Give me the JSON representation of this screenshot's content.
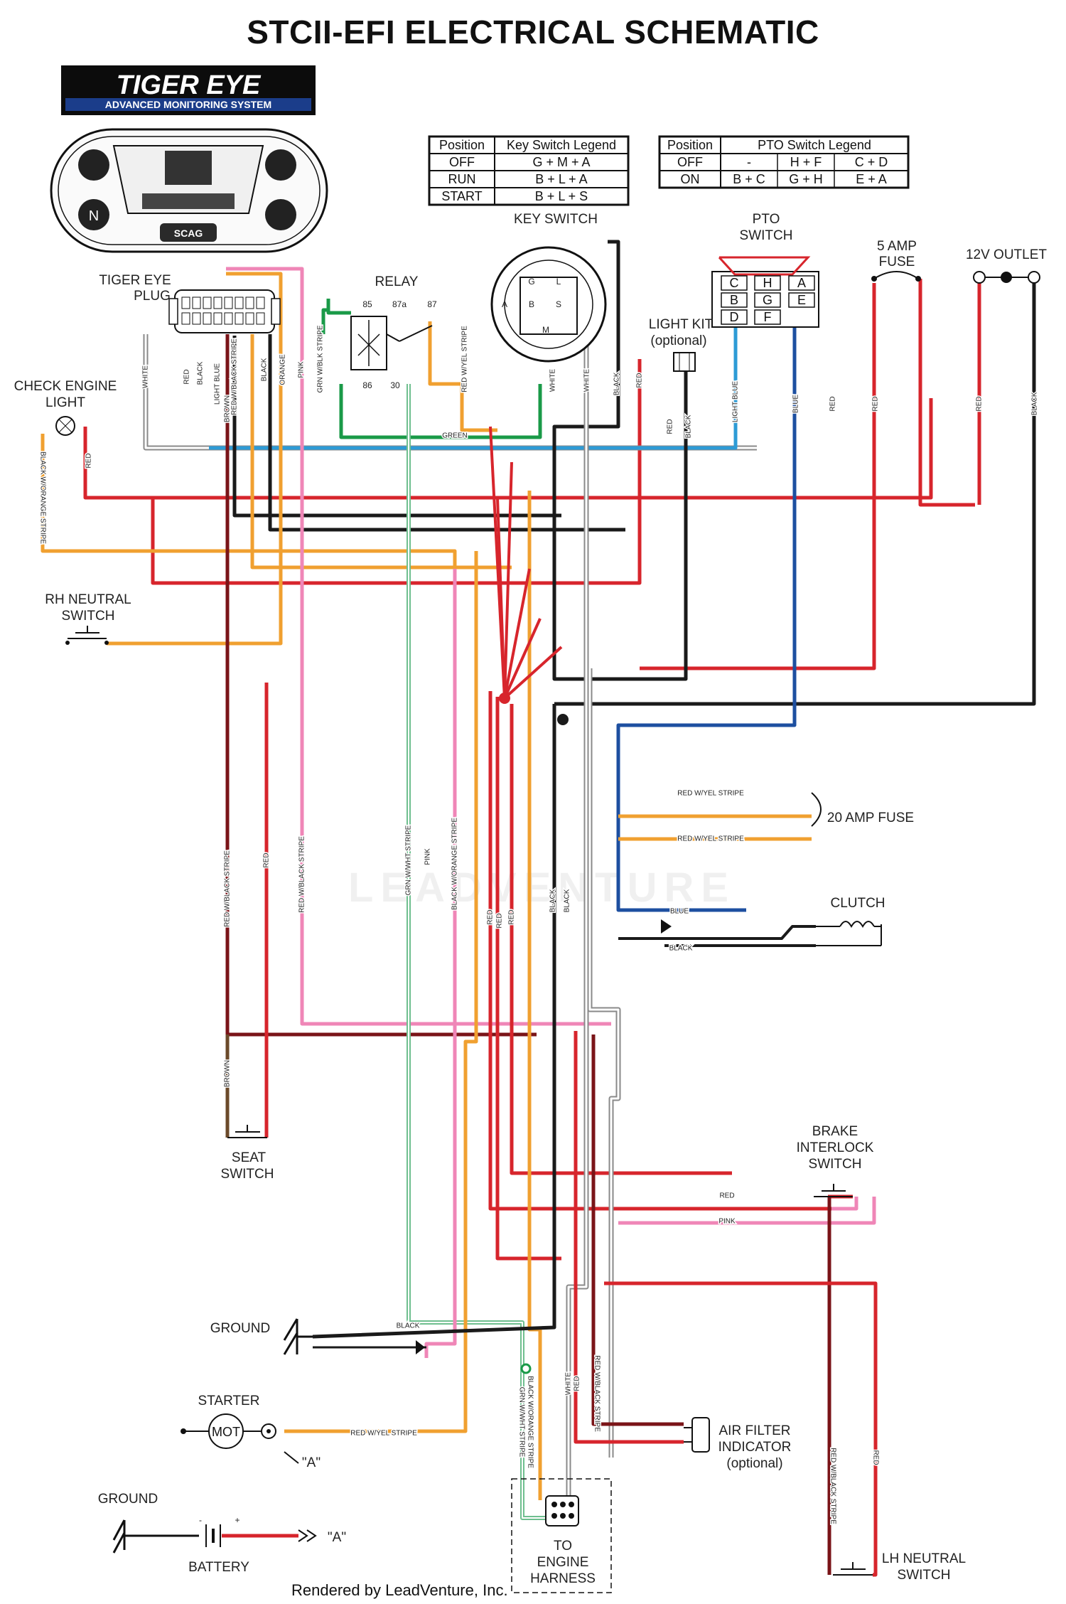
{
  "title": "STCII-EFI ELECTRICAL SCHEMATIC",
  "brand": {
    "logo_line1": "TIGER EYE",
    "logo_line2": "ADVANCED MONITORING SYSTEM",
    "display_badge": "SCAG"
  },
  "key_legend": {
    "headers": [
      "Position",
      "Key Switch Legend"
    ],
    "rows": [
      [
        "OFF",
        "G + M + A"
      ],
      [
        "RUN",
        "B + L + A"
      ],
      [
        "START",
        "B + L + S"
      ]
    ]
  },
  "pto_legend": {
    "headers": [
      "Position",
      "PTO Switch Legend"
    ],
    "rows": [
      [
        "OFF",
        "-",
        "H + F",
        "C + D"
      ],
      [
        "ON",
        "B + C",
        "G + H",
        "E + A"
      ]
    ]
  },
  "components": {
    "key_switch": "KEY SWITCH",
    "pto_switch": [
      "PTO",
      "SWITCH"
    ],
    "fuse_5a": [
      "5 AMP",
      "FUSE"
    ],
    "outlet": "12V OUTLET",
    "relay": "RELAY",
    "relay_pins": [
      "85",
      "87a",
      "87",
      "86",
      "30"
    ],
    "tiger_eye_plug": [
      "TIGER EYE",
      "PLUG"
    ],
    "light_kit": [
      "LIGHT KIT",
      "(optional)"
    ],
    "check_engine": [
      "CHECK ENGINE",
      "LIGHT"
    ],
    "rh_neutral": [
      "RH NEUTRAL",
      "SWITCH"
    ],
    "fuse_20a": "20 AMP FUSE",
    "clutch": "CLUTCH",
    "seat_switch": [
      "SEAT",
      "SWITCH"
    ],
    "brake": [
      "BRAKE",
      "INTERLOCK",
      "SWITCH"
    ],
    "ground1": "GROUND",
    "starter": "STARTER",
    "starter_motor": "MOT",
    "starter_ref": "\"A\"",
    "air_filter": [
      "AIR FILTER",
      "INDICATOR",
      "(optional)"
    ],
    "ground2": "GROUND",
    "battery": "BATTERY",
    "battery_ref": "\"A\"",
    "engine_harness": [
      "TO",
      "ENGINE",
      "HARNESS"
    ],
    "lh_neutral": [
      "LH NEUTRAL",
      "SWITCH"
    ],
    "pto_letters": [
      "C",
      "H",
      "A",
      "B",
      "G",
      "E",
      "D",
      "F"
    ],
    "key_letters": [
      "A",
      "G",
      "L",
      "B",
      "S",
      "M"
    ]
  },
  "wire_labels": {
    "white": "WHITE",
    "red": "RED",
    "black": "BLACK",
    "light_blue": "LIGHT BLUE",
    "brown": "BROWN",
    "red_black": "RED W/BLACK STRIPE",
    "orange": "ORANGE",
    "pink": "PINK",
    "grn_black": "GRN W/BLK STRIPE",
    "red_yel": "RED W/YEL STRIPE",
    "green": "GREEN",
    "blue": "BLUE",
    "black_orange": "BLACK W/ORANGE STRIPE",
    "grn_white": "GRN W/WHT STRIPE"
  },
  "colors": {
    "red": "#d7252c",
    "black": "#1a1a1a",
    "white": "#9a9a9a",
    "light_blue": "#2d9bd6",
    "blue": "#1d4fa0",
    "orange": "#f0a030",
    "pink": "#ef86b7",
    "green": "#1a9a48",
    "grn_white": "#6fbf8f",
    "brown": "#6b4a2a",
    "dark_red": "#7a1418"
  },
  "footer": "Rendered by LeadVenture, Inc.",
  "watermark": "LEADVENTURE"
}
